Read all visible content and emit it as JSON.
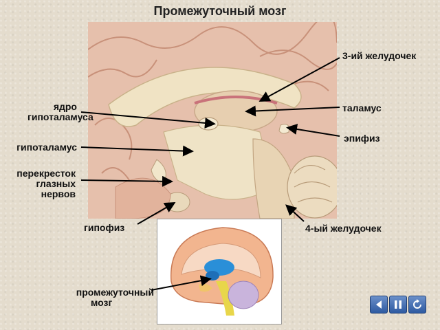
{
  "title": "Промежуточный мозг",
  "labels": {
    "third_ventricle": "3-ий желудочек",
    "thalamus": "таламус",
    "epiphysis": "эпифиз",
    "fourth_ventricle": "4-ый желудочек",
    "hypothalamic_nucleus_line1": "ядро",
    "hypothalamic_nucleus_line2": "гипоталамуса",
    "hypothalamus": "гипоталамус",
    "optic_chiasm_line1": "перекресток",
    "optic_chiasm_line2": "глазных",
    "optic_chiasm_line3": "нервов",
    "pituitary": "гипофиз",
    "diencephalon_line1": "промежуточный",
    "diencephalon_line2": "мозг"
  },
  "controls": {
    "back": "back-icon",
    "pause": "pause-icon",
    "replay": "replay-icon"
  },
  "colors": {
    "background": "#e4dccd",
    "cortex": "#e3b8a3",
    "white_matter": "#efe3c6",
    "inset_blue": "#2a8fd8",
    "inset_yellow": "#e8d64a",
    "inset_purple": "#c9b4dc",
    "button_blue": "#3e6bb3"
  }
}
